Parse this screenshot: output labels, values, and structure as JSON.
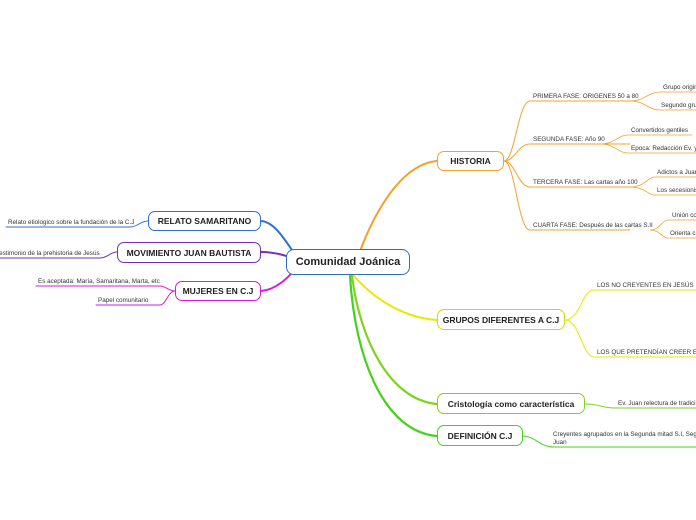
{
  "center": {
    "label": "Comunidad Joánica",
    "color": "#2e6fb3"
  },
  "historia": {
    "label": "HISTORIA",
    "color": "#f3a12c",
    "fases": [
      {
        "label": "PRIMERA FASE: ORIGENES 50 a 80",
        "children": [
          "Grupo origin",
          "Segundo gru"
        ]
      },
      {
        "label": "SEGUNDA FASE: Año 90",
        "children": [
          "Convertidos gentiles",
          "Epoca: Redacción Ev. y"
        ]
      },
      {
        "label": "TERCERA FASE: Las cartas año 100",
        "children": [
          "Adictos a Juan",
          "Los secesionis"
        ]
      },
      {
        "label": "CUARTA FASE: Después de las cartas S.II",
        "children": [
          "Unión co",
          "Orienta c"
        ]
      }
    ]
  },
  "grupos": {
    "label": "GRUPOS DIFERENTES A C.J",
    "color": "#e8e800",
    "children": [
      "LOS NO CREYENTES EN JESÚS",
      "LOS QUE PRETENDÍAN CREER EN JE"
    ]
  },
  "cristologia": {
    "label": "Cristología como característica",
    "color": "#7ed321",
    "children": [
      "Ev. Juan relectura de tradici"
    ]
  },
  "definicion": {
    "label": "DEFINICIÓN C.J",
    "color": "#44d21a",
    "children": [
      "Creyentes agrupados en la Segunda mitad S.I, Seg Juan"
    ]
  },
  "relato": {
    "label": "RELATO SAMARITANO",
    "color": "#2f6fd6",
    "children": [
      "Relato etiologico sobre la fundación de la C.J"
    ]
  },
  "movimiento": {
    "label": "MOVIMIENTO JUAN BAUTISTA",
    "color": "#7b2fb0",
    "children": [
      "Testimonio de la prehistoria de Jesús"
    ]
  },
  "mujeres": {
    "label": "MUJERES EN C.J",
    "color": "#d81bd8",
    "children": [
      "Es aceptada: María, Samaritana, Marta, etc",
      "Papel comunitario"
    ]
  }
}
